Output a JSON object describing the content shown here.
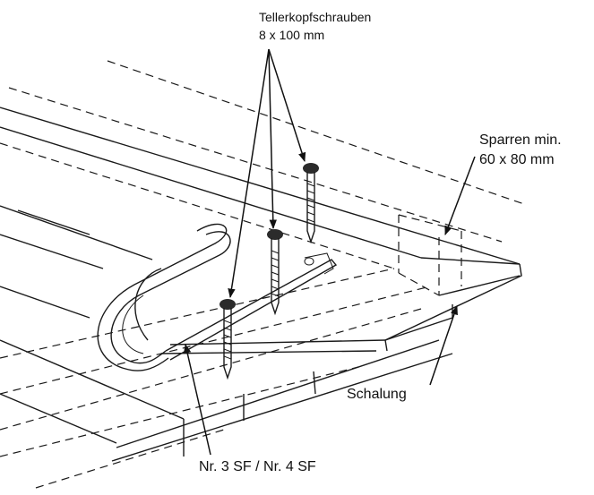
{
  "labels": {
    "screw_line1": "Tellerkopfschrauben",
    "screw_line2": "8 x 100 mm",
    "rafter_line1": "Sparren min.",
    "rafter_line2": "60 x 80 mm",
    "boarding": "Schalung",
    "product": "Nr. 3 SF / Nr. 4 SF"
  },
  "colors": {
    "line": "#1a1a1a",
    "background": "#ffffff",
    "screw_head": "#2b2b2b"
  }
}
